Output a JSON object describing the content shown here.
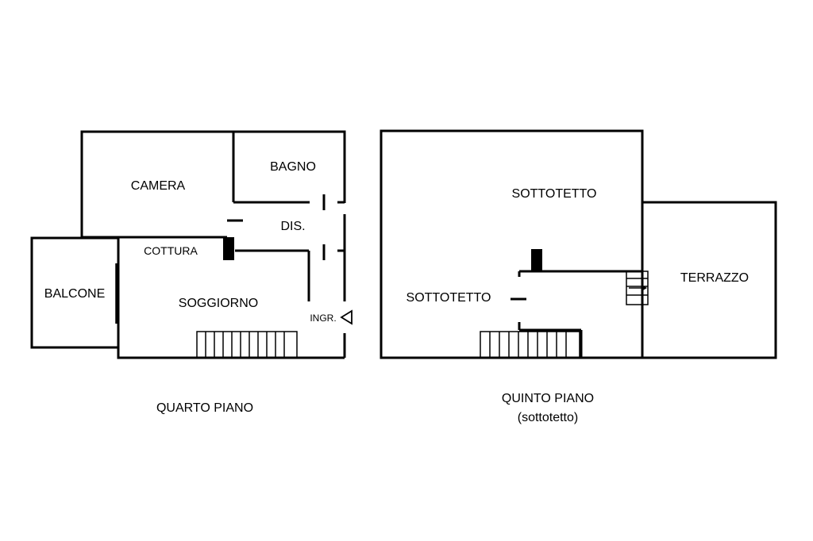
{
  "floors": {
    "quarto": {
      "caption": "QUARTO PIANO",
      "rooms": {
        "camera": "CAMERA",
        "bagno": "BAGNO",
        "dis": "DIS.",
        "cottura": "COTTURA",
        "balcone": "BALCONE",
        "soggiorno": "SOGGIORNO",
        "ingresso": "INGR."
      }
    },
    "quinto": {
      "caption": "QUINTO PIANO",
      "subcaption": "(sottotetto)",
      "rooms": {
        "sottotetto_upper": "SOTTOTETTO",
        "sottotetto_lower": "SOTTOTETTO",
        "terrazzo": "TERRAZZO"
      }
    }
  }
}
